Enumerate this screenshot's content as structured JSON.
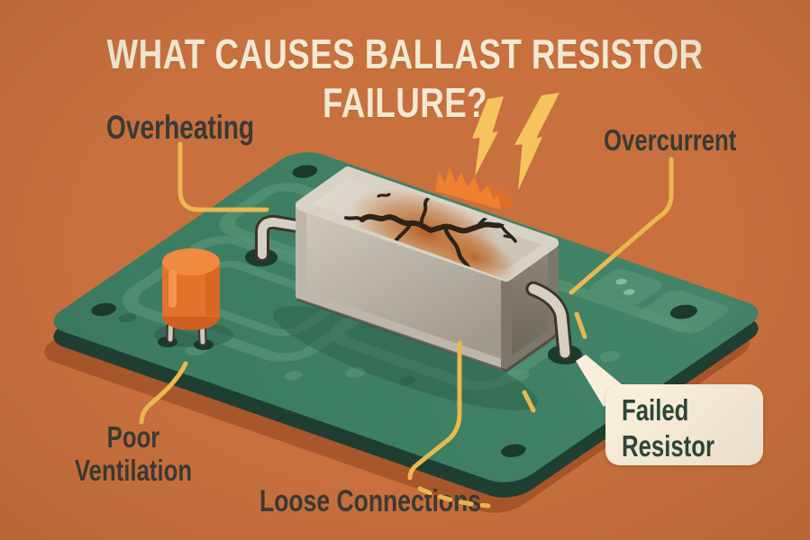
{
  "title": "WHAT CAUSES BALLAST RESISTOR FAILURE?",
  "labels": {
    "overheating": "Overheating",
    "overcurrent": "Overcurrent",
    "poor_ventilation": "Poor\nVentilation",
    "loose_connections": "Loose Connections"
  },
  "callout": {
    "text": "Failed\nResistor"
  },
  "illustration": {
    "subject": "cracked ballast resistor mounted on a green circuit board",
    "icons": {
      "lightning-bolt-icon": "yellow zigzag bolt polygon (x2)",
      "flame-icon": "orange zigzag flame crown at resistor edge",
      "capacitor-icon": "orange cylinder component with two legs",
      "resistor-icon": "gray isometric box with cracks and scorch mark",
      "leader-line": "yellow curved connector line from label to board"
    }
  },
  "colors": {
    "background": "#c8703e",
    "title_text": "#f2e9d4",
    "label_text": "#3a3a35",
    "board_green": "#3f8066",
    "board_trace": "#579478",
    "board_side": "#1f3e32",
    "board_shadow": "#a8562b",
    "accent_yellow": "#eab84d",
    "bolt_yellow": "#f5c45c",
    "flame_orange": "#ed8030",
    "capacitor_orange": "#e3722c",
    "resistor_gray": "#d8d2c5",
    "crack_brown": "#2e2318",
    "callout_bg": "#f8eeda",
    "callout_text": "#2c463c"
  }
}
